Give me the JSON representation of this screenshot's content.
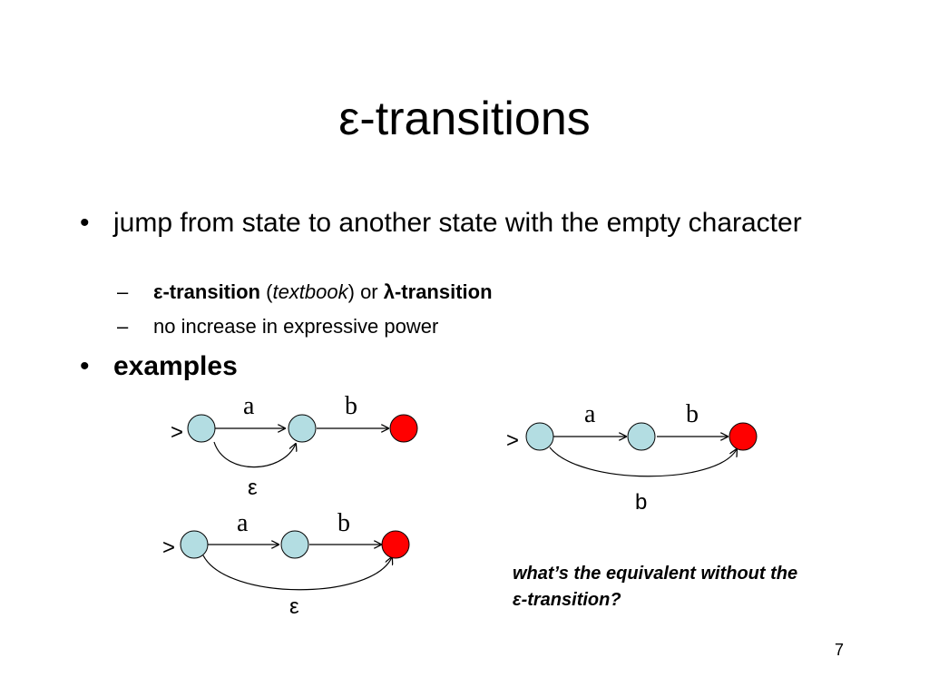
{
  "slide": {
    "title": "ε-transitions",
    "bullets": [
      {
        "text": "jump from state to another state with the empty character"
      },
      {
        "text": "examples"
      }
    ],
    "sub_bullets": [
      {
        "part1": "ε-transition",
        "part2": " (",
        "part3": "textbook",
        "part4": ") or ",
        "part5": "λ-transition"
      },
      {
        "text": "no increase in expressive power"
      }
    ],
    "bullet_mark": "•",
    "sub_mark": "–",
    "question": "what’s the equivalent without the ε-transition?",
    "slide_number": "7"
  },
  "colors": {
    "state_fill": "#b3dde2",
    "final_fill": "#ff0000",
    "stroke": "#000000"
  },
  "diagrams": [
    {
      "id": "epsilon-example-1",
      "start_marker": ">",
      "transitions": [
        {
          "from": "q0",
          "to": "q1",
          "label": "a"
        },
        {
          "from": "q1",
          "to": "q2",
          "label": "b"
        },
        {
          "from": "q0",
          "to": "q1",
          "label": "ε",
          "kind": "epsilon"
        }
      ]
    },
    {
      "id": "epsilon-example-2",
      "start_marker": ">",
      "transitions": [
        {
          "from": "q0",
          "to": "q1",
          "label": "a"
        },
        {
          "from": "q1",
          "to": "q2",
          "label": "b"
        },
        {
          "from": "q0",
          "to": "q2",
          "label": "ε",
          "kind": "epsilon"
        }
      ]
    },
    {
      "id": "equivalent-example",
      "start_marker": ">",
      "transitions": [
        {
          "from": "q0",
          "to": "q1",
          "label": "a"
        },
        {
          "from": "q1",
          "to": "q2",
          "label": "b"
        },
        {
          "from": "q0",
          "to": "q2",
          "label": "b"
        }
      ]
    }
  ]
}
